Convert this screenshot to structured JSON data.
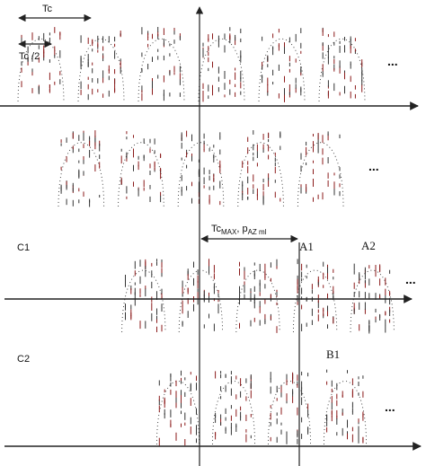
{
  "labels": {
    "tc": "Tc",
    "tc_half": "Tc /2",
    "tc_max_main": "Tc",
    "tc_max_sub1": "MAX",
    "tc_max_sep": ", p",
    "tc_max_sub2": "AZ ml",
    "row_c1": "C1",
    "row_c2": "C2",
    "point_a1": "A1",
    "point_a2": "A2",
    "point_b1": "B1",
    "ellipsis_1": "...",
    "ellipsis_2": "...",
    "ellipsis_3": "...",
    "ellipsis_4": "..."
  },
  "colors": {
    "line": "#222222",
    "dash_red": "#8b1a1a",
    "dash_dark": "#333333"
  }
}
